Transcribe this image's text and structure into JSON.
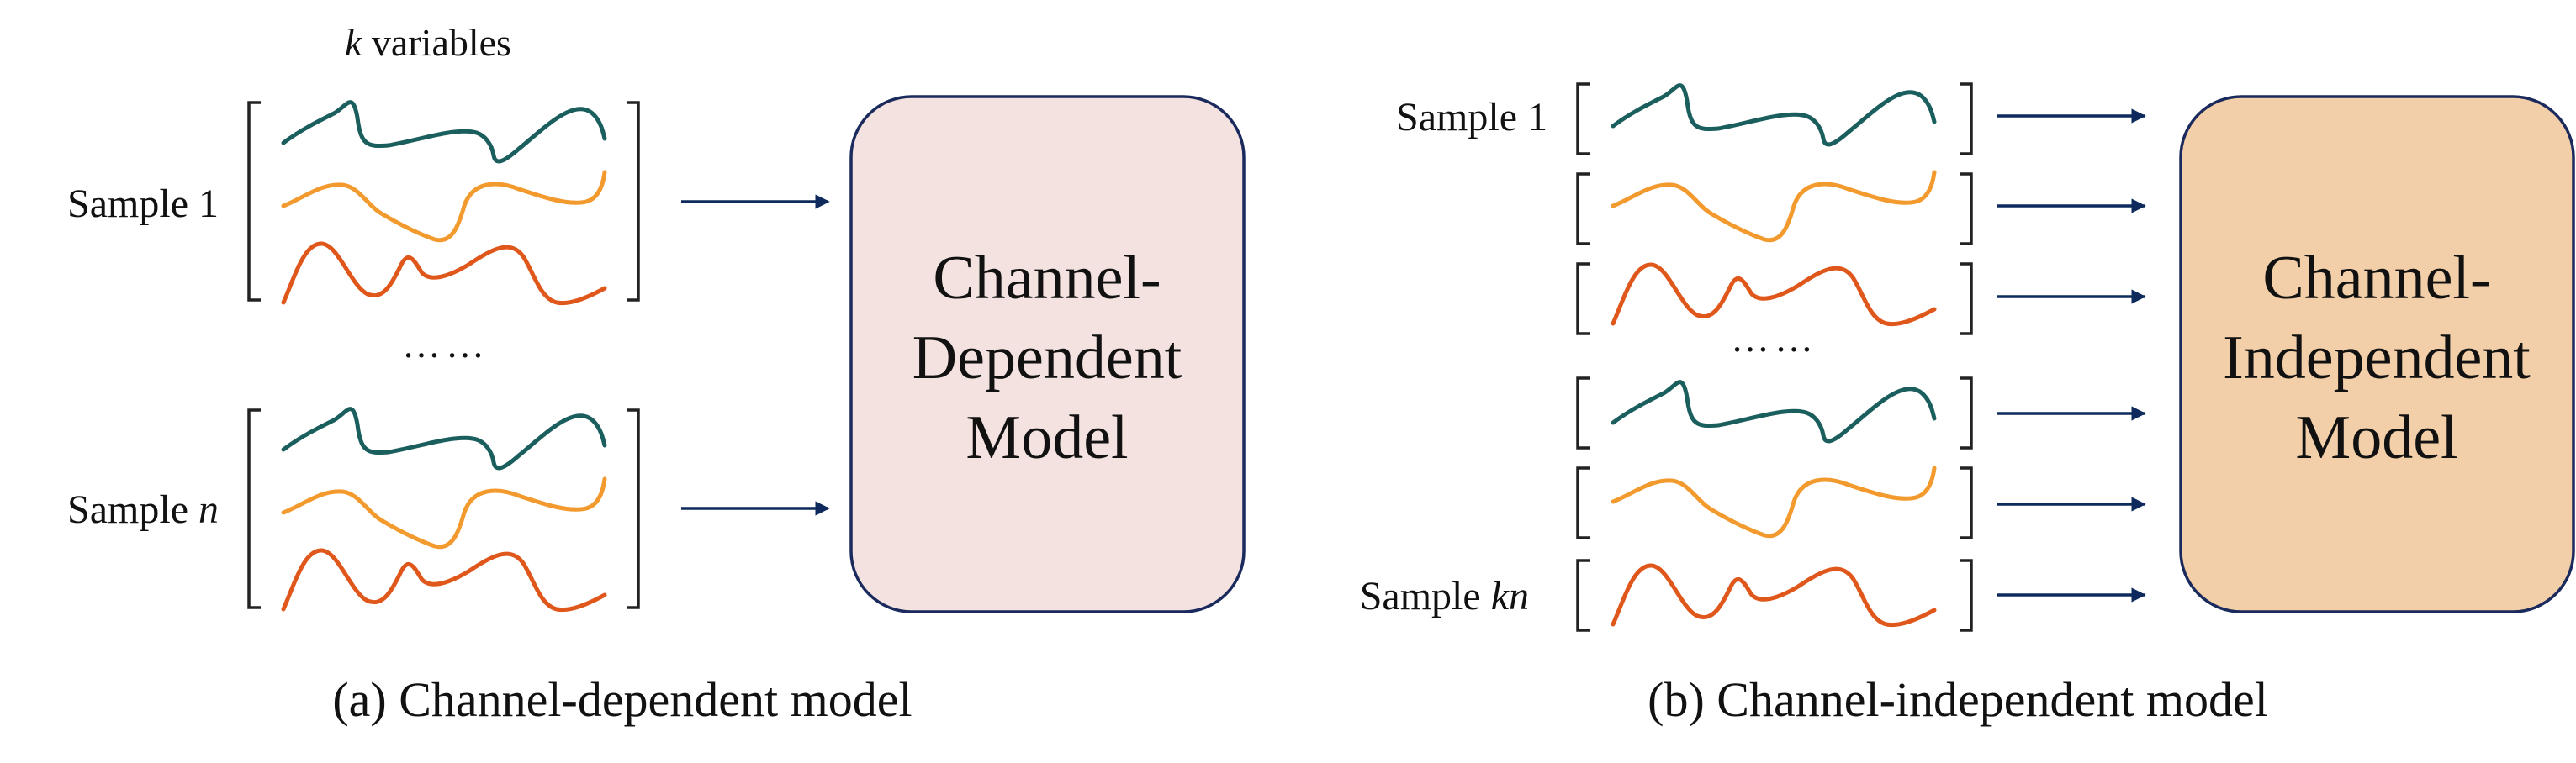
{
  "left_panel": {
    "top_label_var": "k",
    "top_label_rest": " variables",
    "sample_first": "Sample 1",
    "sample_last_prefix": "Sample ",
    "sample_last_var": "n",
    "ellipsis": "……",
    "model_lines": [
      "Channel-",
      "Dependent",
      "Model"
    ],
    "caption": "(a) Channel-dependent model"
  },
  "right_panel": {
    "sample_first": "Sample 1",
    "sample_last_prefix": "Sample ",
    "sample_last_var": "kn",
    "ellipsis": "……",
    "model_lines": [
      "Channel-",
      "Independent",
      "Model"
    ],
    "caption": "(b) Channel-independent model"
  },
  "colors": {
    "variable_1": "#1b5e5e",
    "variable_2": "#f39a2e",
    "variable_3": "#e0571b",
    "dependent_box_fill": "#f3e2e0",
    "independent_box_fill": "#f2cfa8",
    "box_border": "#1a2a5c",
    "arrow": "#0e2a5c"
  }
}
